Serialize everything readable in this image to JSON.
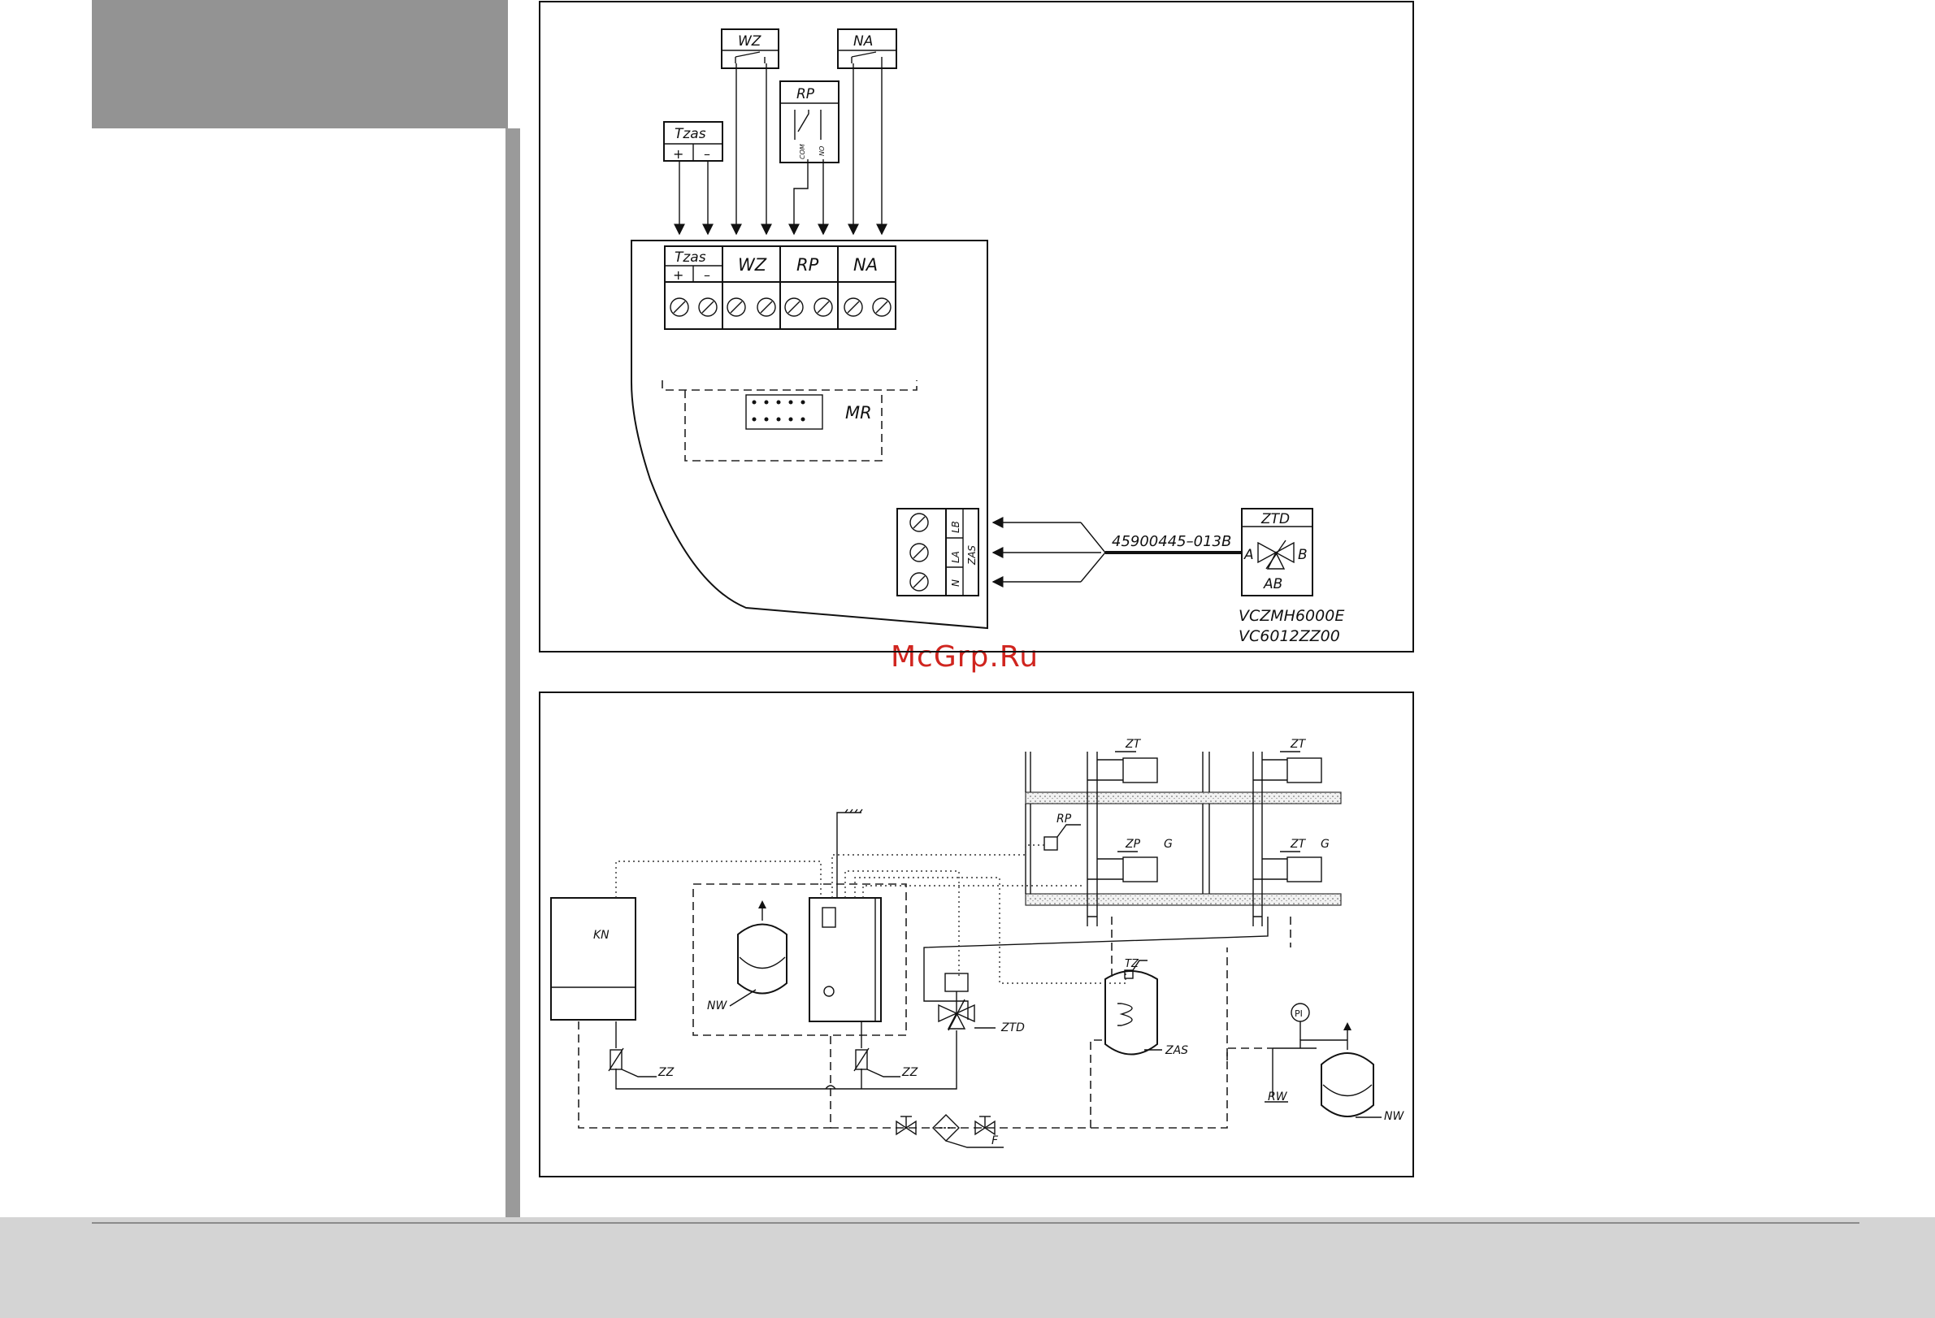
{
  "watermark": "McGrp.Ru",
  "wiring": {
    "top_devices": {
      "tzas": "Tzas",
      "wz": "WZ",
      "na": "NA",
      "rp": "RP",
      "plus": "+",
      "minus": "–",
      "com": "COM",
      "no": "NO"
    },
    "terminal_labels": {
      "tzas": "Tzas",
      "plus": "+",
      "minus": "–",
      "wz": "WZ",
      "rp": "RP",
      "na": "NA"
    },
    "module": "MR",
    "zas_terminals": {
      "lb": "LB",
      "la": "LA",
      "n": "N",
      "zas": "ZAS"
    },
    "cable": "45900445–013B",
    "valve": {
      "title": "ZTD",
      "a": "A",
      "b": "B",
      "ab": "AB"
    },
    "valve_models": [
      "VCZMH6000E",
      "VC6012ZZ00"
    ]
  },
  "hydraulic": {
    "boiler": "KN",
    "expansion_vessel": "NW",
    "expansion_vessel_2": "NW",
    "check_valve_1": "ZZ",
    "check_valve_2": "ZZ",
    "three_way_valve": "ZTD",
    "tank": "ZAS",
    "tank_sensor": "TZ",
    "filter": "F",
    "pressure_gauge": "PI",
    "pipe_label": "RW",
    "room_thermostat": "RP",
    "zone_valve": "ZP",
    "thermo_head_1": "ZT",
    "thermo_head_2": "ZT",
    "thermo_head_3": "ZT",
    "radiator_1": "G",
    "radiator_2": "G"
  }
}
